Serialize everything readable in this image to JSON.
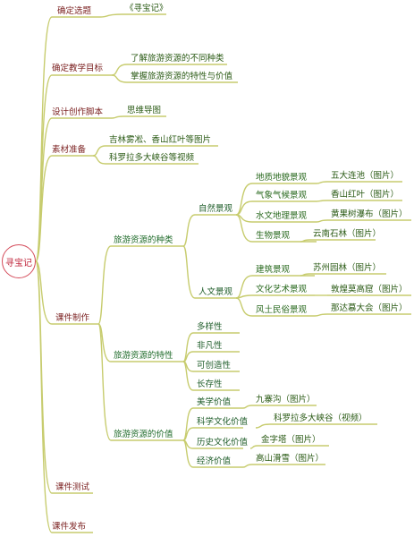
{
  "root": "寻宝记",
  "topics": {
    "t1": {
      "label": "确定选题",
      "items": [
        "《寻宝记》"
      ]
    },
    "t2": {
      "label": "确定教学目标",
      "items": [
        "了解旅游资源的不同种类",
        "掌握旅游资源的特性与价值"
      ]
    },
    "t3": {
      "label": "设计创作脚本",
      "items": [
        "思维导图"
      ]
    },
    "t4": {
      "label": "素材准备",
      "items": [
        "吉林雾凇、香山红叶等图片",
        "科罗拉多大峡谷等视频"
      ]
    },
    "t5": {
      "label": "课件制作",
      "types": {
        "label": "旅游资源的种类",
        "natural": {
          "label": "自然景观",
          "items": [
            {
              "name": "地质地貌景观",
              "example": "五大连池（图片）"
            },
            {
              "name": "气象气候景观",
              "example": "香山红叶（图片）"
            },
            {
              "name": "水文地理景观",
              "example": "黄果树瀑布（图片）"
            },
            {
              "name": "生物景观",
              "example": "云南石林（图片）"
            }
          ]
        },
        "human": {
          "label": "人文景观",
          "items": [
            {
              "name": "建筑景观",
              "example": "苏州园林（图片）"
            },
            {
              "name": "文化艺术景观",
              "example": "敦煌莫高窟（图片）"
            },
            {
              "name": "风土民俗景观",
              "example": "那达慕大会（图片）"
            }
          ]
        }
      },
      "traits": {
        "label": "旅游资源的特性",
        "items": [
          "多样性",
          "非凡性",
          "可创造性",
          "长存性"
        ]
      },
      "values": {
        "label": "旅游资源的价值",
        "items": [
          {
            "name": "美学价值",
            "example": "九寨沟（图片）"
          },
          {
            "name": "科学文化价值",
            "example": "科罗拉多大峡谷（视频）"
          },
          {
            "name": "历史文化价值",
            "example": "金字塔（图片）"
          },
          {
            "name": "经济价值",
            "example": "高山滑雪（图片）"
          }
        ]
      }
    },
    "t6": {
      "label": "课件测试"
    },
    "t7": {
      "label": "课件发布"
    }
  },
  "colors": {
    "branch": "#c7cc6e",
    "root_border": "#d44b5a",
    "root_text": "#c0283e",
    "topic_text": "#7a1f1f",
    "sub_text": "#1f6b2a"
  }
}
